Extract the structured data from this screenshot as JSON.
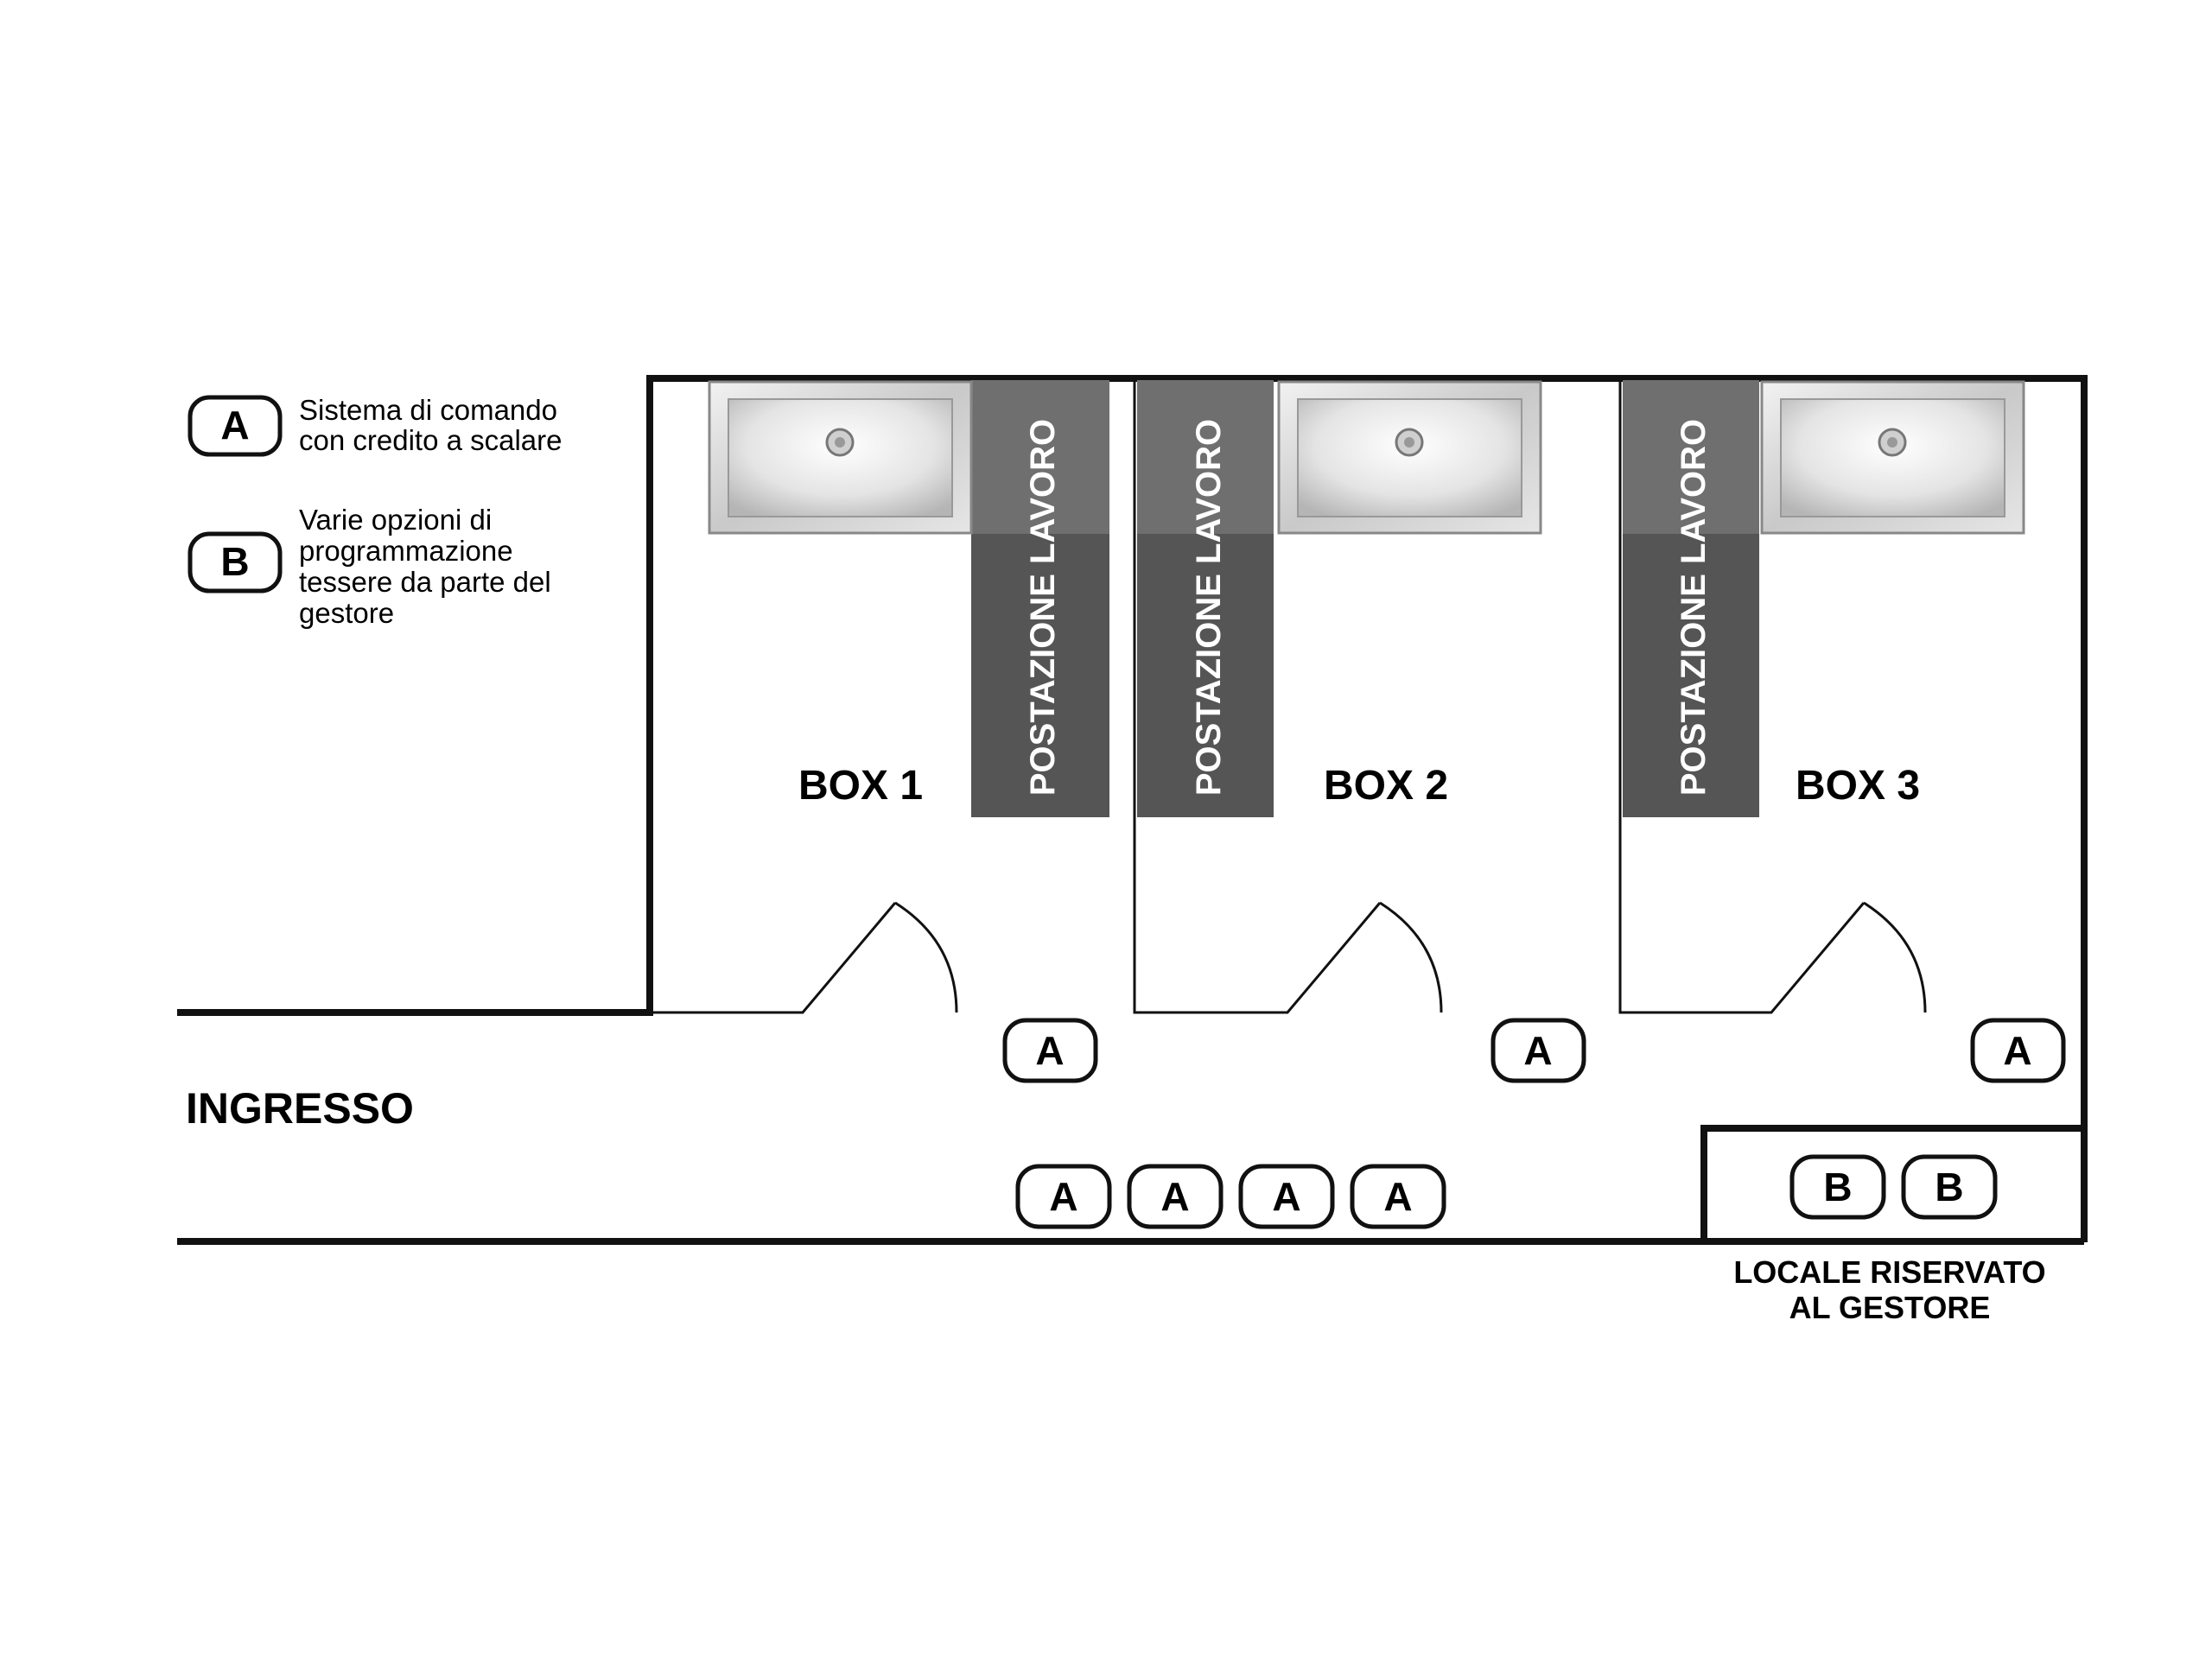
{
  "legend": {
    "items": [
      {
        "badge": "A",
        "lines": [
          "Sistema di comando",
          "con credito a scalare"
        ]
      },
      {
        "badge": "B",
        "lines": [
          "Varie opzioni di",
          "programmazione",
          "tessere da parte del",
          "gestore"
        ]
      }
    ]
  },
  "boxes": [
    {
      "label": "BOX 1",
      "workstation": "POSTAZIONE LAVORO",
      "terminal": "A"
    },
    {
      "label": "BOX 2",
      "workstation": "POSTAZIONE LAVORO",
      "terminal": "A"
    },
    {
      "label": "BOX 3",
      "workstation": "POSTAZIONE LAVORO",
      "terminal": "A"
    }
  ],
  "entrance": {
    "label": "INGRESSO",
    "terminals": [
      "A",
      "A",
      "A",
      "A"
    ]
  },
  "manager_room": {
    "label_lines": [
      "LOCALE RISERVATO",
      "AL GESTORE"
    ],
    "terminals": [
      "B",
      "B"
    ]
  },
  "colors": {
    "wall": "#111111",
    "workstation_top": "#6f6f6f",
    "workstation_bottom": "#555555",
    "workstation_text": "#ffffff",
    "sink_steel": "#d9d9d9"
  }
}
